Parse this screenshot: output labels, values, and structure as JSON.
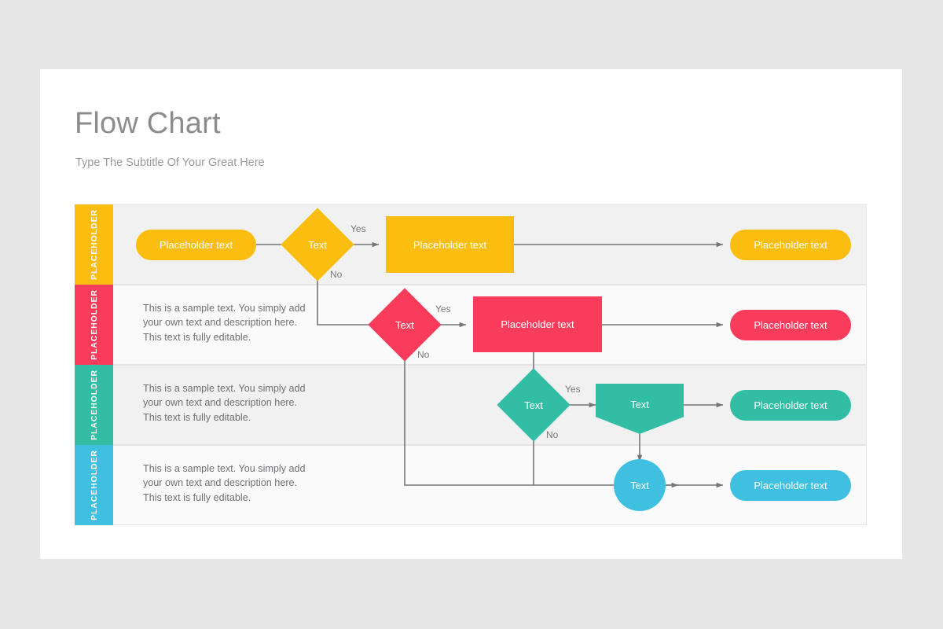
{
  "slide": {
    "title": "Flow Chart",
    "subtitle": "Type The Subtitle Of Your Great Here"
  },
  "colors": {
    "amber": "#FBBE10",
    "pink": "#FA3C5C",
    "teal": "#31BEA5",
    "blue": "#3FC0E0",
    "connector": "#767676",
    "page_background": "#E7E7E7",
    "slide_background": "#FFFFFF",
    "row_odd": "#F1F1F1",
    "row_even": "#FAFAFA",
    "title_text": "#8C8C8E",
    "body_text": "#6F7073",
    "edge_label_text": "#77787B"
  },
  "sample_text": "This is a sample text. You simply add your own text and description here. This text is fully editable.",
  "rows": [
    {
      "tab_label": "PLACEHOLDER",
      "color": "#FBBE10",
      "description": "",
      "nodes": [
        {
          "id": "r1-start",
          "shape": "pill",
          "label": "Placeholder text"
        },
        {
          "id": "r1-decision",
          "shape": "diamond",
          "label": "Text"
        },
        {
          "id": "r1-process",
          "shape": "rect",
          "label": "Placeholder text"
        },
        {
          "id": "r1-end",
          "shape": "pill",
          "label": "Placeholder text"
        }
      ],
      "edge_labels": [
        {
          "id": "r1-yes",
          "label": "Yes"
        },
        {
          "id": "r1-no",
          "label": "No"
        }
      ]
    },
    {
      "tab_label": "PLACEHOLDER",
      "color": "#FA3C5C",
      "description": "This is a sample text. You simply add your own text and description here. This text is fully editable.",
      "nodes": [
        {
          "id": "r2-decision",
          "shape": "diamond",
          "label": "Text"
        },
        {
          "id": "r2-process",
          "shape": "rect",
          "label": "Placeholder text"
        },
        {
          "id": "r2-end",
          "shape": "pill",
          "label": "Placeholder text"
        }
      ],
      "edge_labels": [
        {
          "id": "r2-yes",
          "label": "Yes"
        },
        {
          "id": "r2-no",
          "label": "No"
        }
      ]
    },
    {
      "tab_label": "PLACEHOLDER",
      "color": "#31BEA5",
      "description": "This is a sample text. You simply add your own text and description here. This text is fully editable.",
      "nodes": [
        {
          "id": "r3-decision",
          "shape": "diamond",
          "label": "Text"
        },
        {
          "id": "r3-process",
          "shape": "pentagon",
          "label": "Text"
        },
        {
          "id": "r3-end",
          "shape": "pill",
          "label": "Placeholder text"
        }
      ],
      "edge_labels": [
        {
          "id": "r3-yes",
          "label": "Yes"
        },
        {
          "id": "r3-no",
          "label": "No"
        }
      ]
    },
    {
      "tab_label": "PLACEHOLDER",
      "color": "#3FC0E0",
      "description": "This is a sample text. You simply add your own text and description here. This text is fully editable.",
      "nodes": [
        {
          "id": "r4-node",
          "shape": "circle",
          "label": "Text"
        },
        {
          "id": "r4-end",
          "shape": "pill",
          "label": "Placeholder text"
        }
      ],
      "edge_labels": []
    }
  ]
}
